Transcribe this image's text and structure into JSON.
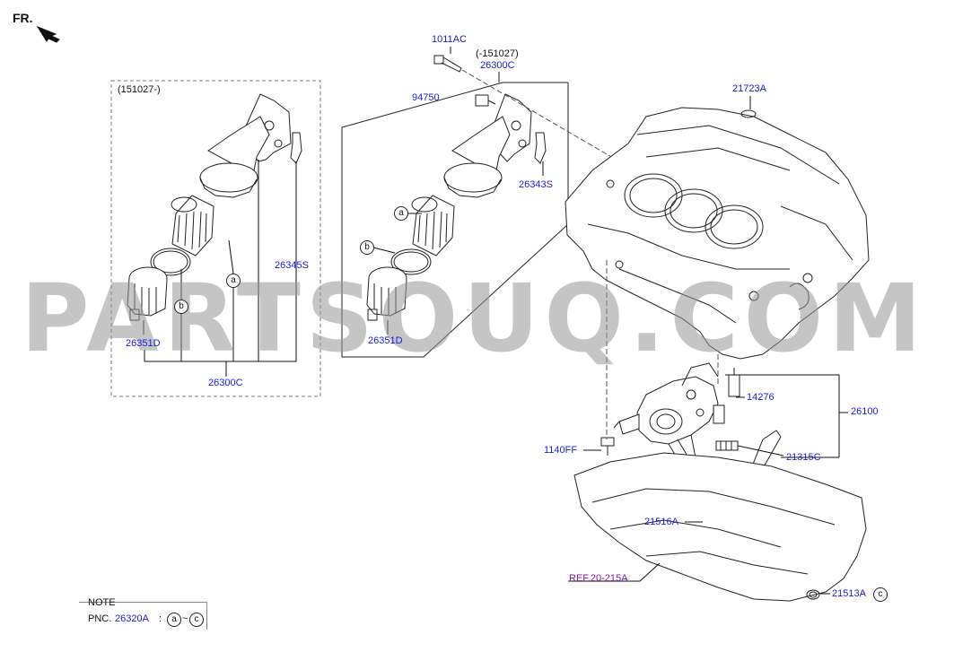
{
  "orientation": {
    "label": "FR."
  },
  "watermark": "PARTSOUQ.COM",
  "left_group": {
    "date_label": "(151027-)"
  },
  "right_group": {
    "date_label": "(-151027)"
  },
  "parts": {
    "p1011AC": "1011AC",
    "p26300C_top": "26300C",
    "p21723A": "21723A",
    "p94750": "94750",
    "p26343S": "26343S",
    "p26345S": "26345S",
    "p26351D_left": "26351D",
    "p26351D_right": "26351D",
    "p26300C_bottom": "26300C",
    "p14276": "14276",
    "p26100": "26100",
    "p1140FF": "1140FF",
    "p21315C": "21315C",
    "p21516A": "21516A",
    "p21513A": "21513A"
  },
  "ref": {
    "label": "REF.20-215A"
  },
  "callouts": {
    "a": "a",
    "b": "b",
    "c": "c"
  },
  "note": {
    "title": "NOTE",
    "pnc_prefix": "PNC.",
    "pnc_code": "26320A",
    "colon": ":",
    "range_start": "a",
    "range_sep": "~",
    "range_end": "c"
  }
}
